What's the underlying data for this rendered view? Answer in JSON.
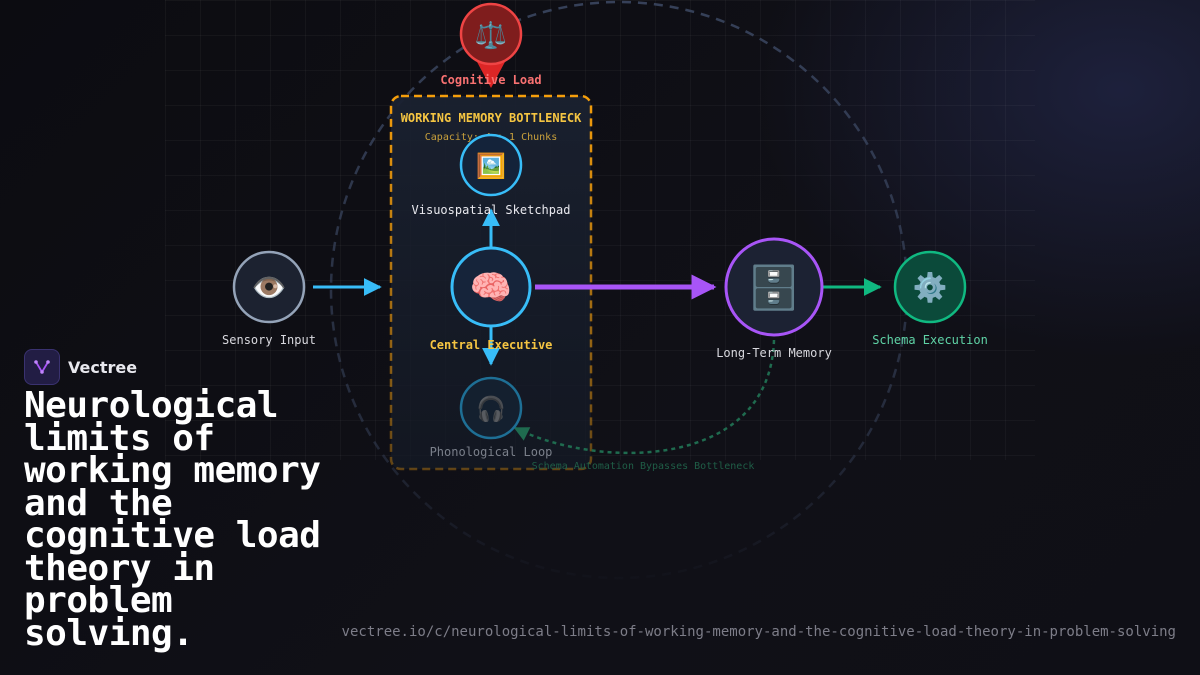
{
  "diagram": {
    "cognitive_load": {
      "label": "Cognitive Load",
      "icon": "balance-scale-icon",
      "glyph": "⚖️",
      "color": "#ef4444"
    },
    "bottleneck": {
      "title": "WORKING MEMORY BOTTLENECK",
      "capacity": "Capacity: 4 ± 1 Chunks",
      "border_color": "#f59e0b"
    },
    "nodes": {
      "visuospatial": {
        "label": "Visuospatial Sketchpad",
        "icon": "framed-picture-icon",
        "glyph": "🖼️",
        "color": "#38bdf8"
      },
      "central_executive": {
        "label": "Central Executive",
        "icon": "brain-icon",
        "glyph": "🧠",
        "color": "#38bdf8"
      },
      "phonological": {
        "label": "Phonological Loop",
        "icon": "headphones-icon",
        "glyph": "🎧",
        "color": "#38bdf8"
      },
      "sensory": {
        "label": "Sensory Input",
        "icon": "eye-icon",
        "glyph": "👁️",
        "color": "#94a3b8"
      },
      "long_term_memory": {
        "label": "Long-Term Memory",
        "icon": "file-cabinet-icon",
        "glyph": "🗄️",
        "color": "#a855f7"
      },
      "schema_execution": {
        "label": "Schema Execution",
        "icon": "gear-icon",
        "glyph": "⚙️",
        "color": "#10b981"
      }
    },
    "bypass_label": "Schema Automation Bypasses Bottleneck"
  },
  "brand": {
    "name": "Vectree"
  },
  "headline": "Neurological limits of working memory and the cognitive load theory in problem solving.",
  "url": "vectree.io/c/neurological-limits-of-working-memory-and-the-cognitive-load-theory-in-problem-solving"
}
